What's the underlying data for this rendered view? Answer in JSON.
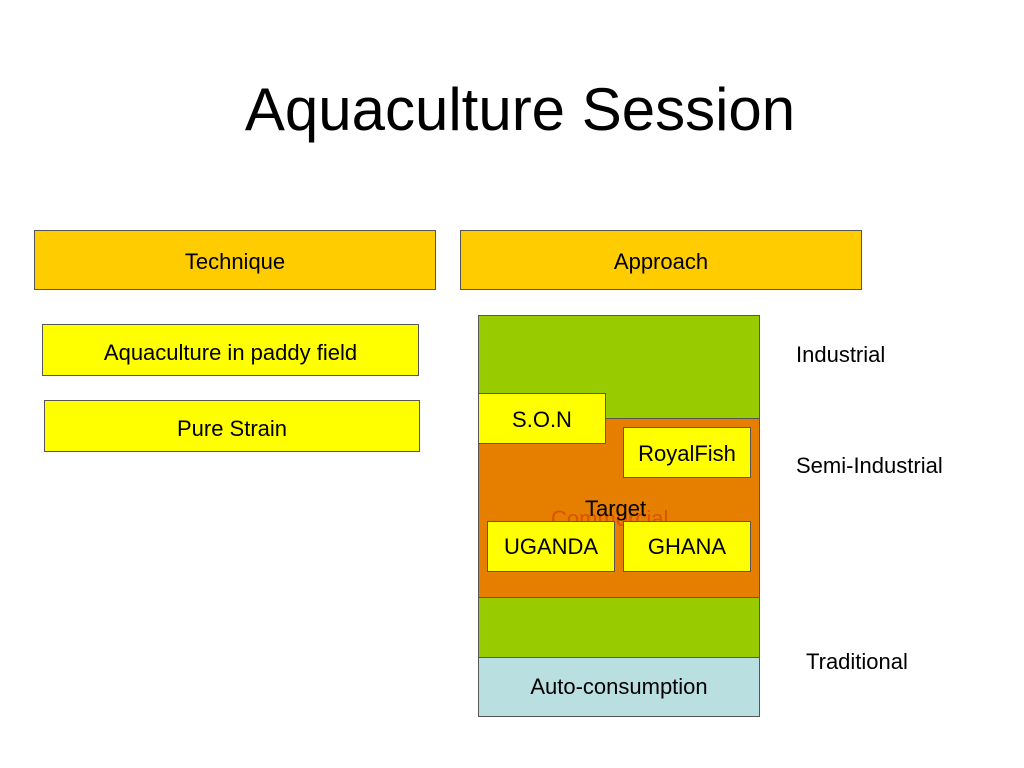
{
  "title": "Aquaculture Session",
  "headers": {
    "technique": "Technique",
    "approach": "Approach"
  },
  "techniques": [
    "Aquaculture in paddy field",
    "Pure Strain"
  ],
  "approach": {
    "companies": [
      "S.O.N",
      "RoyalFish"
    ],
    "target_label": "Target",
    "overlapped_label": "Commercial",
    "countries": [
      "UGANDA",
      "GHANA"
    ],
    "bottom_band": "Auto-consumption"
  },
  "levels": [
    "Industrial",
    "Semi-Industrial",
    "Traditional"
  ],
  "colors": {
    "header": "#ffcc00",
    "item": "#ffff00",
    "green_band": "#99cc00",
    "orange_band": "#e67e00",
    "blue_band": "#b9dfe0"
  }
}
